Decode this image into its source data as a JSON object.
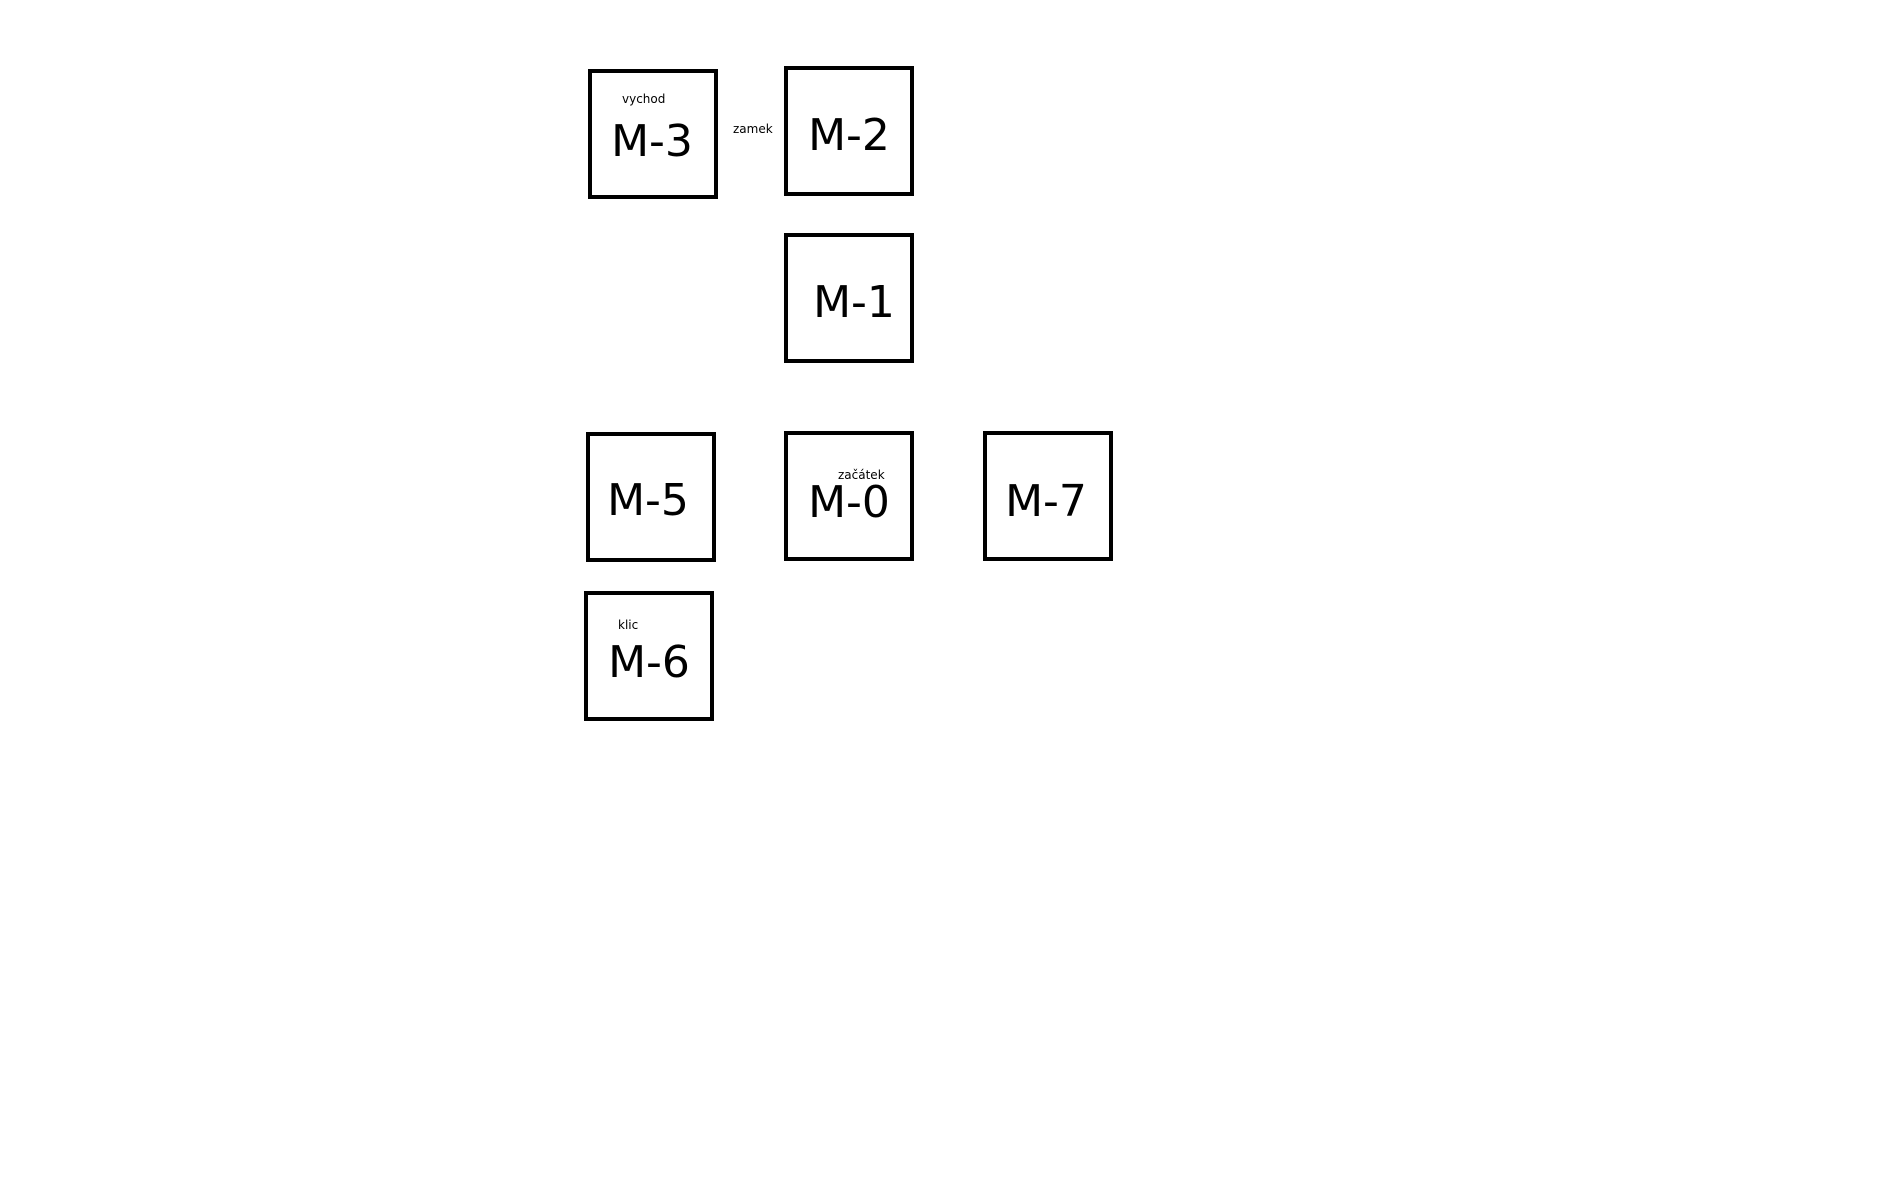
{
  "rooms": {
    "m3": {
      "label": "M-3",
      "note": "vychod"
    },
    "m2": {
      "label": "M-2"
    },
    "m1": {
      "label": "M-1"
    },
    "m5": {
      "label": "M-5"
    },
    "m0": {
      "label": "M-0",
      "note": "začátek"
    },
    "m7": {
      "label": "M-7"
    },
    "m6": {
      "label": "M-6",
      "note": "klic"
    }
  },
  "connector_note": "zamek",
  "colors": {
    "border": "#000000",
    "background": "#ffffff"
  }
}
